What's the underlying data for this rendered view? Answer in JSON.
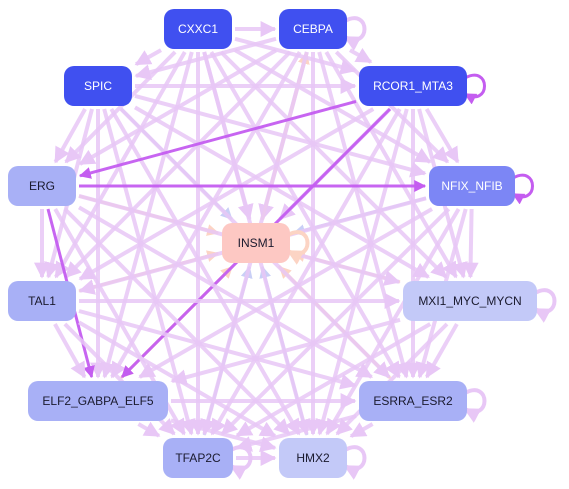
{
  "palette": {
    "dark": "#4050f0",
    "mid": "#7c86f5",
    "light": "#a8b0f6",
    "pale": "#c3c9f8",
    "center": "#fdc8c3",
    "edge_pink": "#e8c7f6",
    "edge_purple": "#c45df0",
    "edge_blue": "#c9cff6",
    "edge_peach": "#fcd4c4",
    "text_light": "#ffffff",
    "text_dark": "#1a1a2e"
  },
  "nodes": [
    {
      "id": "CXXC1",
      "label": "CXXC1",
      "tone": "dark"
    },
    {
      "id": "CEBPA",
      "label": "CEBPA",
      "tone": "dark"
    },
    {
      "id": "SPIC",
      "label": "SPIC",
      "tone": "dark"
    },
    {
      "id": "RCOR1_MTA3",
      "label": "RCOR1_MTA3",
      "tone": "dark"
    },
    {
      "id": "ERG",
      "label": "ERG",
      "tone": "light"
    },
    {
      "id": "NFIX_NFIB",
      "label": "NFIX_NFIB",
      "tone": "mid"
    },
    {
      "id": "INSM1",
      "label": "INSM1",
      "tone": "center"
    },
    {
      "id": "TAL1",
      "label": "TAL1",
      "tone": "light"
    },
    {
      "id": "MXI1_MYC_MYCN",
      "label": "MXI1_MYC_MYCN",
      "tone": "pale"
    },
    {
      "id": "ELF2_GABPA_ELF5",
      "label": "ELF2_GABPA_ELF5",
      "tone": "light"
    },
    {
      "id": "ESRRA_ESR2",
      "label": "ESRRA_ESR2",
      "tone": "light"
    },
    {
      "id": "TFAP2C",
      "label": "TFAP2C",
      "tone": "light"
    },
    {
      "id": "HMX2",
      "label": "HMX2",
      "tone": "pale"
    }
  ],
  "edges": [
    {
      "from": "CXXC1",
      "to": "INSM1",
      "tone": "edge_pink"
    },
    {
      "from": "CEBPA",
      "to": "INSM1",
      "tone": "edge_pink"
    },
    {
      "from": "SPIC",
      "to": "INSM1",
      "tone": "edge_blue"
    },
    {
      "from": "RCOR1_MTA3",
      "to": "INSM1",
      "tone": "edge_pink"
    },
    {
      "from": "ERG",
      "to": "INSM1",
      "tone": "edge_peach"
    },
    {
      "from": "NFIX_NFIB",
      "to": "INSM1",
      "tone": "edge_blue"
    },
    {
      "from": "TAL1",
      "to": "INSM1",
      "tone": "edge_peach"
    },
    {
      "from": "MXI1_MYC_MYCN",
      "to": "INSM1",
      "tone": "edge_peach"
    },
    {
      "from": "ELF2_GABPA_ELF5",
      "to": "INSM1",
      "tone": "edge_peach"
    },
    {
      "from": "ESRRA_ESR2",
      "to": "INSM1",
      "tone": "edge_peach"
    },
    {
      "from": "TFAP2C",
      "to": "INSM1",
      "tone": "edge_blue"
    },
    {
      "from": "HMX2",
      "to": "INSM1",
      "tone": "edge_blue"
    },
    {
      "from": "INSM1",
      "to": "CEBPA",
      "tone": "edge_peach"
    },
    {
      "from": "INSM1",
      "to": "ESRRA_ESR2",
      "tone": "edge_peach"
    },
    {
      "from": "INSM1",
      "to": "ELF2_GABPA_ELF5",
      "tone": "edge_peach"
    },
    {
      "from": "CXXC1",
      "to": "CEBPA",
      "tone": "edge_pink"
    },
    {
      "from": "CXXC1",
      "to": "SPIC",
      "tone": "edge_pink"
    },
    {
      "from": "CXXC1",
      "to": "ERG",
      "tone": "edge_pink"
    },
    {
      "from": "CXXC1",
      "to": "TAL1",
      "tone": "edge_pink"
    },
    {
      "from": "CXXC1",
      "to": "ELF2_GABPA_ELF5",
      "tone": "edge_pink"
    },
    {
      "from": "CXXC1",
      "to": "TFAP2C",
      "tone": "edge_pink"
    },
    {
      "from": "CXXC1",
      "to": "HMX2",
      "tone": "edge_pink"
    },
    {
      "from": "CXXC1",
      "to": "ESRRA_ESR2",
      "tone": "edge_pink"
    },
    {
      "from": "CXXC1",
      "to": "MXI1_MYC_MYCN",
      "tone": "edge_pink"
    },
    {
      "from": "CXXC1",
      "to": "NFIX_NFIB",
      "tone": "edge_pink"
    },
    {
      "from": "CXXC1",
      "to": "RCOR1_MTA3",
      "tone": "edge_pink"
    },
    {
      "from": "CEBPA",
      "to": "SPIC",
      "tone": "edge_pink"
    },
    {
      "from": "CEBPA",
      "to": "ERG",
      "tone": "edge_pink"
    },
    {
      "from": "CEBPA",
      "to": "TAL1",
      "tone": "edge_pink"
    },
    {
      "from": "CEBPA",
      "to": "ELF2_GABPA_ELF5",
      "tone": "edge_pink"
    },
    {
      "from": "CEBPA",
      "to": "TFAP2C",
      "tone": "edge_pink"
    },
    {
      "from": "CEBPA",
      "to": "HMX2",
      "tone": "edge_pink"
    },
    {
      "from": "CEBPA",
      "to": "ESRRA_ESR2",
      "tone": "edge_pink"
    },
    {
      "from": "CEBPA",
      "to": "MXI1_MYC_MYCN",
      "tone": "edge_pink"
    },
    {
      "from": "CEBPA",
      "to": "NFIX_NFIB",
      "tone": "edge_pink"
    },
    {
      "from": "CEBPA",
      "to": "RCOR1_MTA3",
      "tone": "edge_pink"
    },
    {
      "from": "SPIC",
      "to": "ERG",
      "tone": "edge_pink"
    },
    {
      "from": "SPIC",
      "to": "TAL1",
      "tone": "edge_pink"
    },
    {
      "from": "SPIC",
      "to": "ELF2_GABPA_ELF5",
      "tone": "edge_pink"
    },
    {
      "from": "SPIC",
      "to": "TFAP2C",
      "tone": "edge_pink"
    },
    {
      "from": "SPIC",
      "to": "HMX2",
      "tone": "edge_pink"
    },
    {
      "from": "SPIC",
      "to": "ESRRA_ESR2",
      "tone": "edge_pink"
    },
    {
      "from": "SPIC",
      "to": "MXI1_MYC_MYCN",
      "tone": "edge_pink"
    },
    {
      "from": "SPIC",
      "to": "NFIX_NFIB",
      "tone": "edge_pink"
    },
    {
      "from": "SPIC",
      "to": "RCOR1_MTA3",
      "tone": "edge_pink"
    },
    {
      "from": "RCOR1_MTA3",
      "to": "ERG",
      "tone": "edge_purple"
    },
    {
      "from": "RCOR1_MTA3",
      "to": "TAL1",
      "tone": "edge_pink"
    },
    {
      "from": "RCOR1_MTA3",
      "to": "ELF2_GABPA_ELF5",
      "tone": "edge_purple"
    },
    {
      "from": "RCOR1_MTA3",
      "to": "TFAP2C",
      "tone": "edge_pink"
    },
    {
      "from": "RCOR1_MTA3",
      "to": "HMX2",
      "tone": "edge_pink"
    },
    {
      "from": "RCOR1_MTA3",
      "to": "ESRRA_ESR2",
      "tone": "edge_pink"
    },
    {
      "from": "RCOR1_MTA3",
      "to": "MXI1_MYC_MYCN",
      "tone": "edge_pink"
    },
    {
      "from": "RCOR1_MTA3",
      "to": "NFIX_NFIB",
      "tone": "edge_pink"
    },
    {
      "from": "ERG",
      "to": "NFIX_NFIB",
      "tone": "edge_purple"
    },
    {
      "from": "ERG",
      "to": "TAL1",
      "tone": "edge_pink"
    },
    {
      "from": "ERG",
      "to": "MXI1_MYC_MYCN",
      "tone": "edge_pink"
    },
    {
      "from": "ERG",
      "to": "ELF2_GABPA_ELF5",
      "tone": "edge_purple"
    },
    {
      "from": "ERG",
      "to": "ESRRA_ESR2",
      "tone": "edge_pink"
    },
    {
      "from": "ERG",
      "to": "TFAP2C",
      "tone": "edge_pink"
    },
    {
      "from": "ERG",
      "to": "HMX2",
      "tone": "edge_pink"
    },
    {
      "from": "NFIX_NFIB",
      "to": "TAL1",
      "tone": "edge_pink"
    },
    {
      "from": "NFIX_NFIB",
      "to": "MXI1_MYC_MYCN",
      "tone": "edge_pink"
    },
    {
      "from": "NFIX_NFIB",
      "to": "ELF2_GABPA_ELF5",
      "tone": "edge_pink"
    },
    {
      "from": "NFIX_NFIB",
      "to": "ESRRA_ESR2",
      "tone": "edge_pink"
    },
    {
      "from": "NFIX_NFIB",
      "to": "TFAP2C",
      "tone": "edge_pink"
    },
    {
      "from": "NFIX_NFIB",
      "to": "HMX2",
      "tone": "edge_pink"
    },
    {
      "from": "TAL1",
      "to": "MXI1_MYC_MYCN",
      "tone": "edge_pink"
    },
    {
      "from": "TAL1",
      "to": "ELF2_GABPA_ELF5",
      "tone": "edge_pink"
    },
    {
      "from": "TAL1",
      "to": "ESRRA_ESR2",
      "tone": "edge_pink"
    },
    {
      "from": "TAL1",
      "to": "TFAP2C",
      "tone": "edge_pink"
    },
    {
      "from": "TAL1",
      "to": "HMX2",
      "tone": "edge_pink"
    },
    {
      "from": "MXI1_MYC_MYCN",
      "to": "ELF2_GABPA_ELF5",
      "tone": "edge_pink"
    },
    {
      "from": "MXI1_MYC_MYCN",
      "to": "ESRRA_ESR2",
      "tone": "edge_pink"
    },
    {
      "from": "MXI1_MYC_MYCN",
      "to": "TFAP2C",
      "tone": "edge_pink"
    },
    {
      "from": "MXI1_MYC_MYCN",
      "to": "HMX2",
      "tone": "edge_pink"
    },
    {
      "from": "ELF2_GABPA_ELF5",
      "to": "ESRRA_ESR2",
      "tone": "edge_pink"
    },
    {
      "from": "ELF2_GABPA_ELF5",
      "to": "TFAP2C",
      "tone": "edge_pink"
    },
    {
      "from": "ELF2_GABPA_ELF5",
      "to": "HMX2",
      "tone": "edge_pink"
    },
    {
      "from": "ESRRA_ESR2",
      "to": "TFAP2C",
      "tone": "edge_pink"
    },
    {
      "from": "ESRRA_ESR2",
      "to": "HMX2",
      "tone": "edge_pink"
    },
    {
      "from": "TFAP2C",
      "to": "HMX2",
      "tone": "edge_pink"
    }
  ],
  "self_loops": [
    {
      "node": "CEBPA",
      "tone": "edge_pink"
    },
    {
      "node": "RCOR1_MTA3",
      "tone": "edge_purple"
    },
    {
      "node": "NFIX_NFIB",
      "tone": "edge_purple"
    },
    {
      "node": "MXI1_MYC_MYCN",
      "tone": "edge_pink"
    },
    {
      "node": "ESRRA_ESR2",
      "tone": "edge_pink"
    },
    {
      "node": "TFAP2C",
      "tone": "edge_pink"
    },
    {
      "node": "HMX2",
      "tone": "edge_pink"
    },
    {
      "node": "INSM1",
      "tone": "edge_peach"
    }
  ]
}
